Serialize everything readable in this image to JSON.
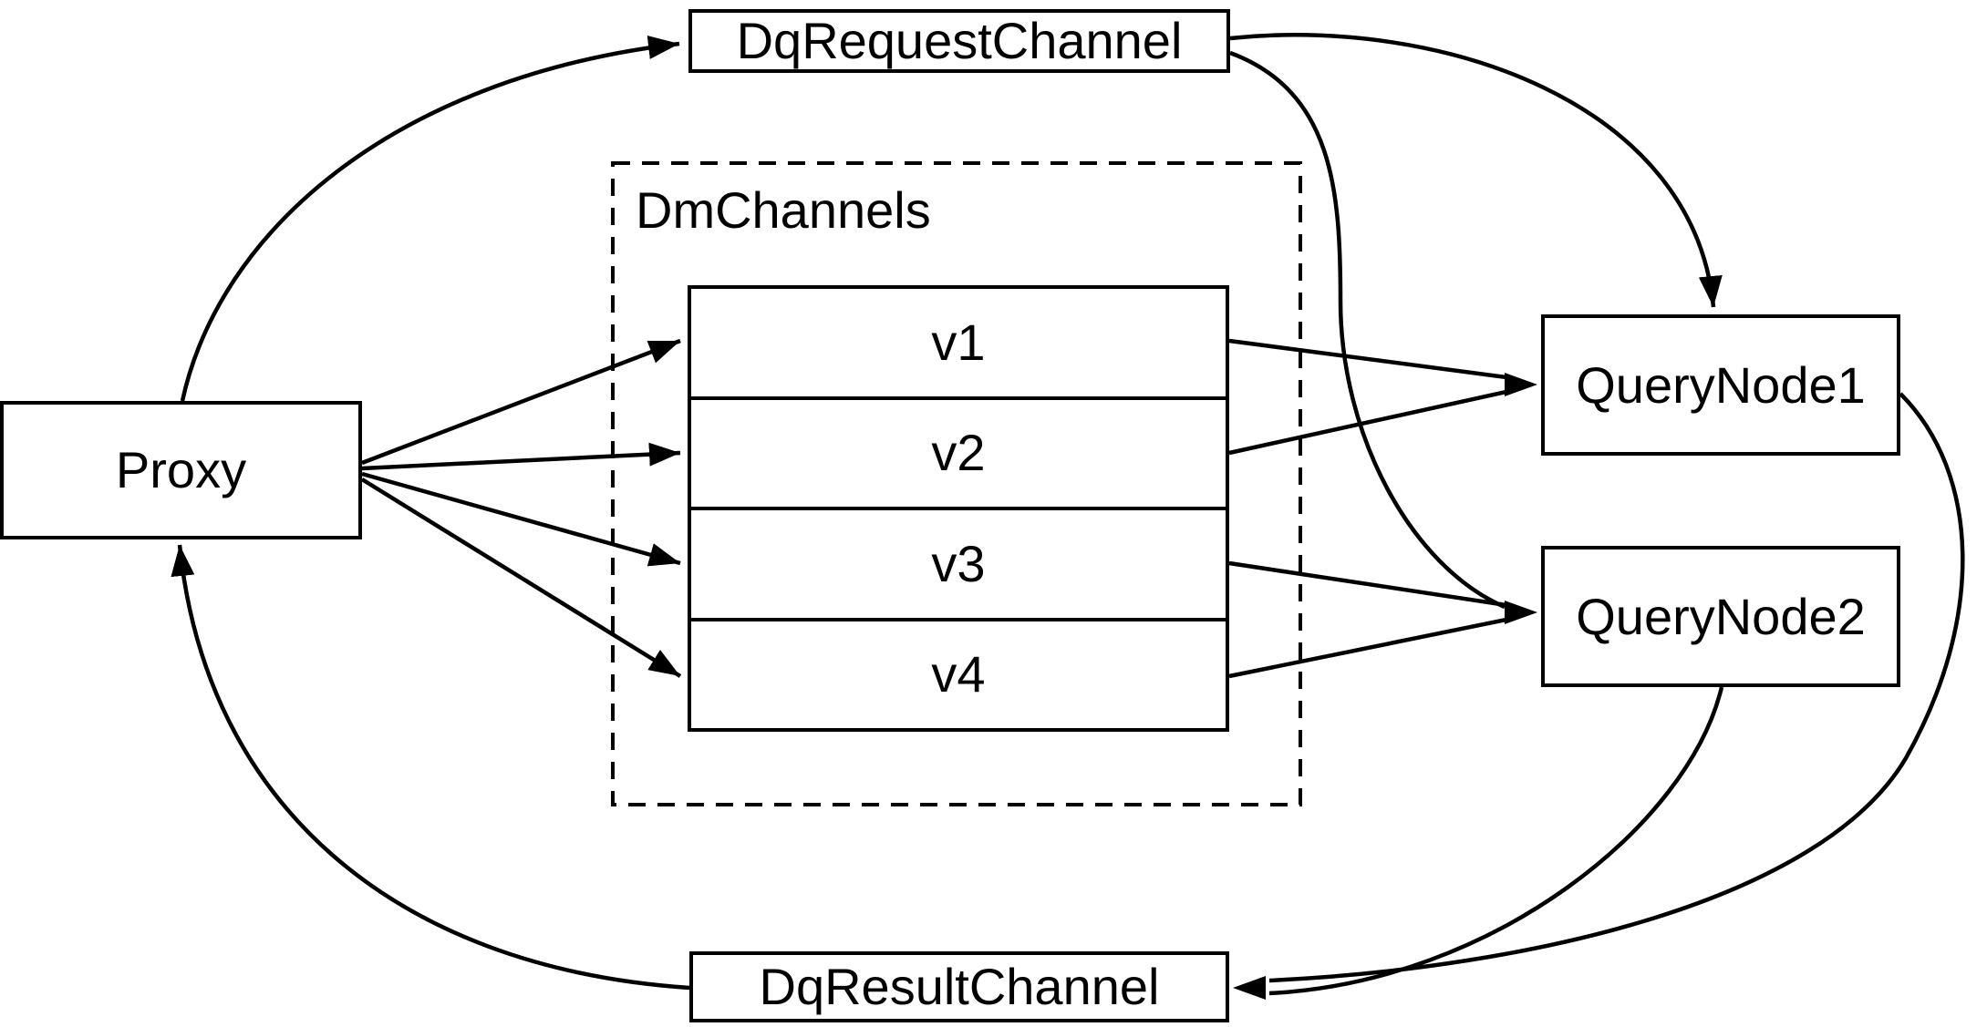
{
  "diagram": {
    "colors": {
      "background": "#ffffff",
      "line": "#000000"
    },
    "nodes": {
      "proxy": {
        "label": "Proxy"
      },
      "dq_request_channel": {
        "label": "DqRequestChannel"
      },
      "dm_channels": {
        "label": "DmChannels",
        "channels": [
          {
            "label": "v1"
          },
          {
            "label": "v2"
          },
          {
            "label": "v3"
          },
          {
            "label": "v4"
          }
        ]
      },
      "query_node_1": {
        "label": "QueryNode1"
      },
      "query_node_2": {
        "label": "QueryNode2"
      },
      "dq_result_channel": {
        "label": "DqResultChannel"
      }
    },
    "edges": [
      {
        "from": "Proxy",
        "to": "DqRequestChannel",
        "label": "Proxy to DqRequestChannel"
      },
      {
        "from": "DqRequestChannel",
        "to": "QueryNode1",
        "label": "DqRequestChannel to QueryNode1"
      },
      {
        "from": "DqRequestChannel",
        "to": "QueryNode2",
        "label": "DqRequestChannel to QueryNode2"
      },
      {
        "from": "Proxy",
        "to": "v1",
        "label": "Proxy to v1"
      },
      {
        "from": "Proxy",
        "to": "v2",
        "label": "Proxy to v2"
      },
      {
        "from": "Proxy",
        "to": "v3",
        "label": "Proxy to v3"
      },
      {
        "from": "Proxy",
        "to": "v4",
        "label": "Proxy to v4"
      },
      {
        "from": "v1",
        "to": "QueryNode1",
        "label": "v1 to QueryNode1"
      },
      {
        "from": "v2",
        "to": "QueryNode1",
        "label": "v2 to QueryNode1"
      },
      {
        "from": "v3",
        "to": "QueryNode2",
        "label": "v3 to QueryNode2"
      },
      {
        "from": "v4",
        "to": "QueryNode2",
        "label": "v4 to QueryNode2"
      },
      {
        "from": "QueryNode1",
        "to": "DqResultChannel",
        "label": "QueryNode1 to DqResultChannel"
      },
      {
        "from": "QueryNode2",
        "to": "DqResultChannel",
        "label": "QueryNode2 to DqResultChannel"
      },
      {
        "from": "DqResultChannel",
        "to": "Proxy",
        "label": "DqResultChannel to Proxy"
      }
    ]
  }
}
